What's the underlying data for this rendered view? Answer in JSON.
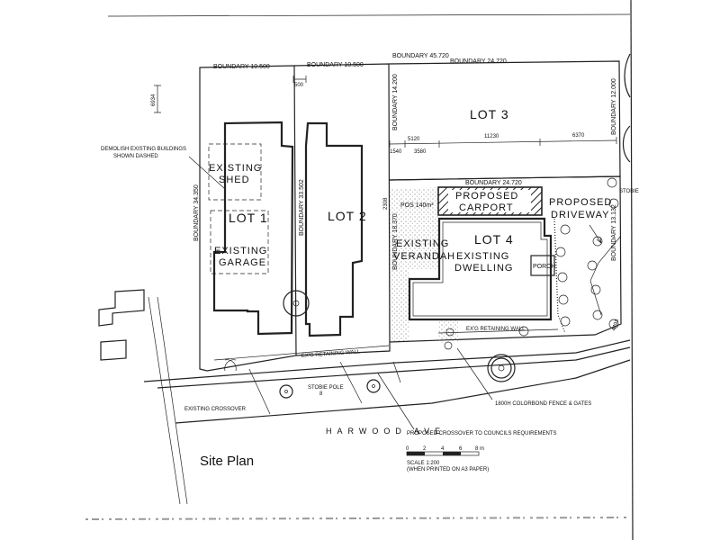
{
  "title": "Site Plan",
  "boundaries": {
    "top_total": "BOUNDARY  45.720",
    "lot1_top": "BOUNDARY  10.500",
    "lot2_top": "BOUNDARY  10.500",
    "lot3_top": "BOUNDARY  24.720",
    "lot4_top": "BOUNDARY  24.720",
    "lot1_side": "BOUNDARY  34.350",
    "lot2_side": "BOUNDARY  33.502",
    "lot3_side": "BOUNDARY  14.200",
    "lot3_right": "BOUNDARY  12.000",
    "lot4_side": "BOUNDARY  18.370",
    "lot4_right": "BOUNDARY  13.132"
  },
  "dimensions": {
    "left_setback": "6934",
    "top_500": "500",
    "d1540": "1540",
    "d5120": "5120",
    "d3580": "3580",
    "d11230": "11230",
    "d6370": "6370",
    "d2308": "2308",
    "d4493": "4493"
  },
  "lots": {
    "lot1": "LOT 1",
    "lot2": "LOT 2",
    "lot3": "LOT 3",
    "lot4": "LOT 4"
  },
  "labels": {
    "existing_shed_1": "EXISTING",
    "existing_shed_2": "SHED",
    "existing_garage_1": "EXISTING",
    "existing_garage_2": "GARAGE",
    "proposed_carport_1": "PROPOSED",
    "proposed_carport_2": "CARPORT",
    "proposed_driveway_1": "PROPOSED",
    "proposed_driveway_2": "DRIVEWAY",
    "existing_verandah_1": "EXISTING",
    "existing_verandah_2": "VERANDAH",
    "existing_dwelling_1": "EXISTING",
    "existing_dwelling_2": "DWELLING",
    "porch": "PORCH",
    "pos": "POS 140m²"
  },
  "notes": {
    "demolish_1": "DEMOLISH EXISTING BUILDINGS",
    "demolish_2": "SHOWN DASHED",
    "retaining_wall_1": "EX'G RETAINING WALL",
    "retaining_wall_2": "EX'G RETAINING WALL",
    "stobie_pole": "STOBIE POLE",
    "stobie_pole_num": "8",
    "stobie_top": "STOBIE",
    "existing_crossover": "EXISTING CROSSOVER",
    "fence": "1800H COLORBOND FENCE & GATES",
    "proposed_crossover": "PROPOSED CROSSOVER TO COUNCILS REQUIREMENTS"
  },
  "street": "HARWOOD   AVE",
  "scale": {
    "ticks": [
      "0",
      "2",
      "4",
      "6",
      "8 m"
    ],
    "label": "SCALE 1:200",
    "note": "(WHEN PRINTED ON A3 PAPER)"
  }
}
